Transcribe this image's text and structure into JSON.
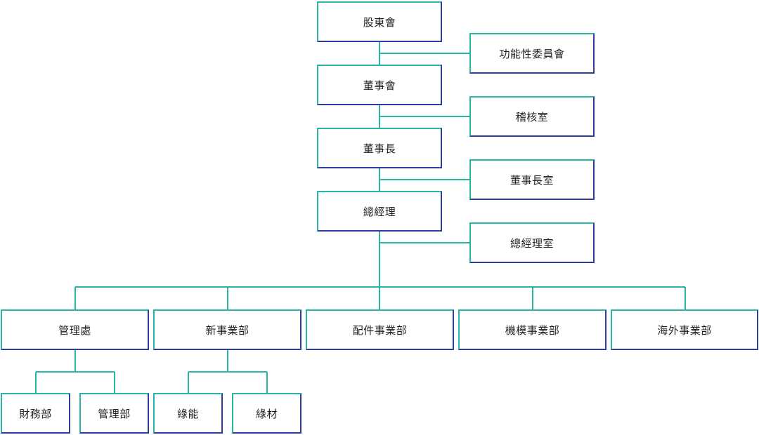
{
  "colors": {
    "line": "#2bb5a6",
    "border_light": "#2bb5a6",
    "border_dark": "#2d3e9e",
    "text": "#222222"
  },
  "org": {
    "shareholders": "股東會",
    "functional_committee": "功能性委員會",
    "board": "董事會",
    "audit_office": "稽核室",
    "chairman": "董事長",
    "chairman_office": "董事長室",
    "general_manager": "總經理",
    "gm_office": "總經理室",
    "management_division": "管理處",
    "new_business_dept": "新事業部",
    "parts_business_dept": "配件事業部",
    "motorcycle_business_dept": "機模事業部",
    "overseas_business_dept": "海外事業部",
    "finance_dept": "財務部",
    "management_dept": "管理部",
    "green_energy": "綠能",
    "green_materials": "綠材"
  }
}
